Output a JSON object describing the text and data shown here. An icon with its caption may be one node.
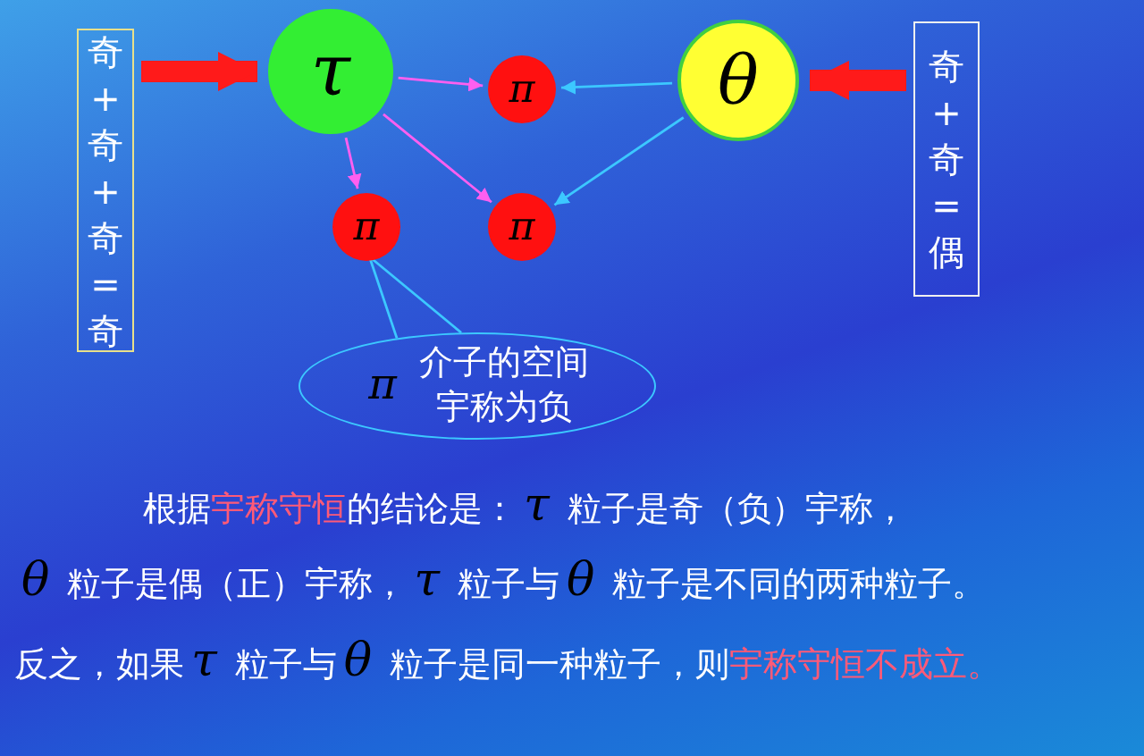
{
  "diagram": {
    "nodes": [
      {
        "text": [
          "奇+奇+奇=奇"
        ]
      },
      {
        "text": [
          "τ"
        ]
      },
      {
        "text": [
          "π"
        ]
      },
      {
        "text": [
          "θ"
        ]
      },
      {
        "text": [
          "π"
        ]
      },
      {
        "text": [
          "π"
        ]
      },
      {
        "text": [
          "奇+奇=偶"
        ]
      },
      {
        "text": [
          "π",
          "介子的空间宇称为负"
        ]
      }
    ],
    "edges": [
      {
        "from": 0,
        "to": 1,
        "arrow": "to",
        "style": "thick",
        "color": "#ff1a1a"
      },
      {
        "from": 6,
        "to": 3,
        "arrow": "to",
        "style": "thick",
        "color": "#ff1a1a"
      },
      {
        "from": 1,
        "to": 2,
        "arrow": "to"
      },
      {
        "from": 3,
        "to": 2,
        "arrow": "to",
        "color": "#3cc8ff"
      },
      {
        "from": 1,
        "to": 4,
        "arrow": "to"
      },
      {
        "from": 1,
        "to": 5,
        "arrow": "to"
      },
      {
        "from": 3,
        "to": 5,
        "arrow": "to",
        "color": "#3cc8ff"
      },
      {
        "from": 7,
        "to": 4,
        "arrow": "none",
        "color": "#3cc8ff"
      }
    ],
    "labels": [
      "根据",
      "宇称守恒",
      "的结论是：",
      "τ",
      "粒子是奇（负）宇称，",
      "θ",
      "粒子是偶（正）宇称，",
      "τ",
      "粒子与",
      "θ",
      "粒子是不同的两种粒子。",
      "反之，如果",
      "τ",
      "粒子与",
      "θ",
      "粒子是同一种粒子，则",
      "宇称守恒不成立。"
    ]
  }
}
